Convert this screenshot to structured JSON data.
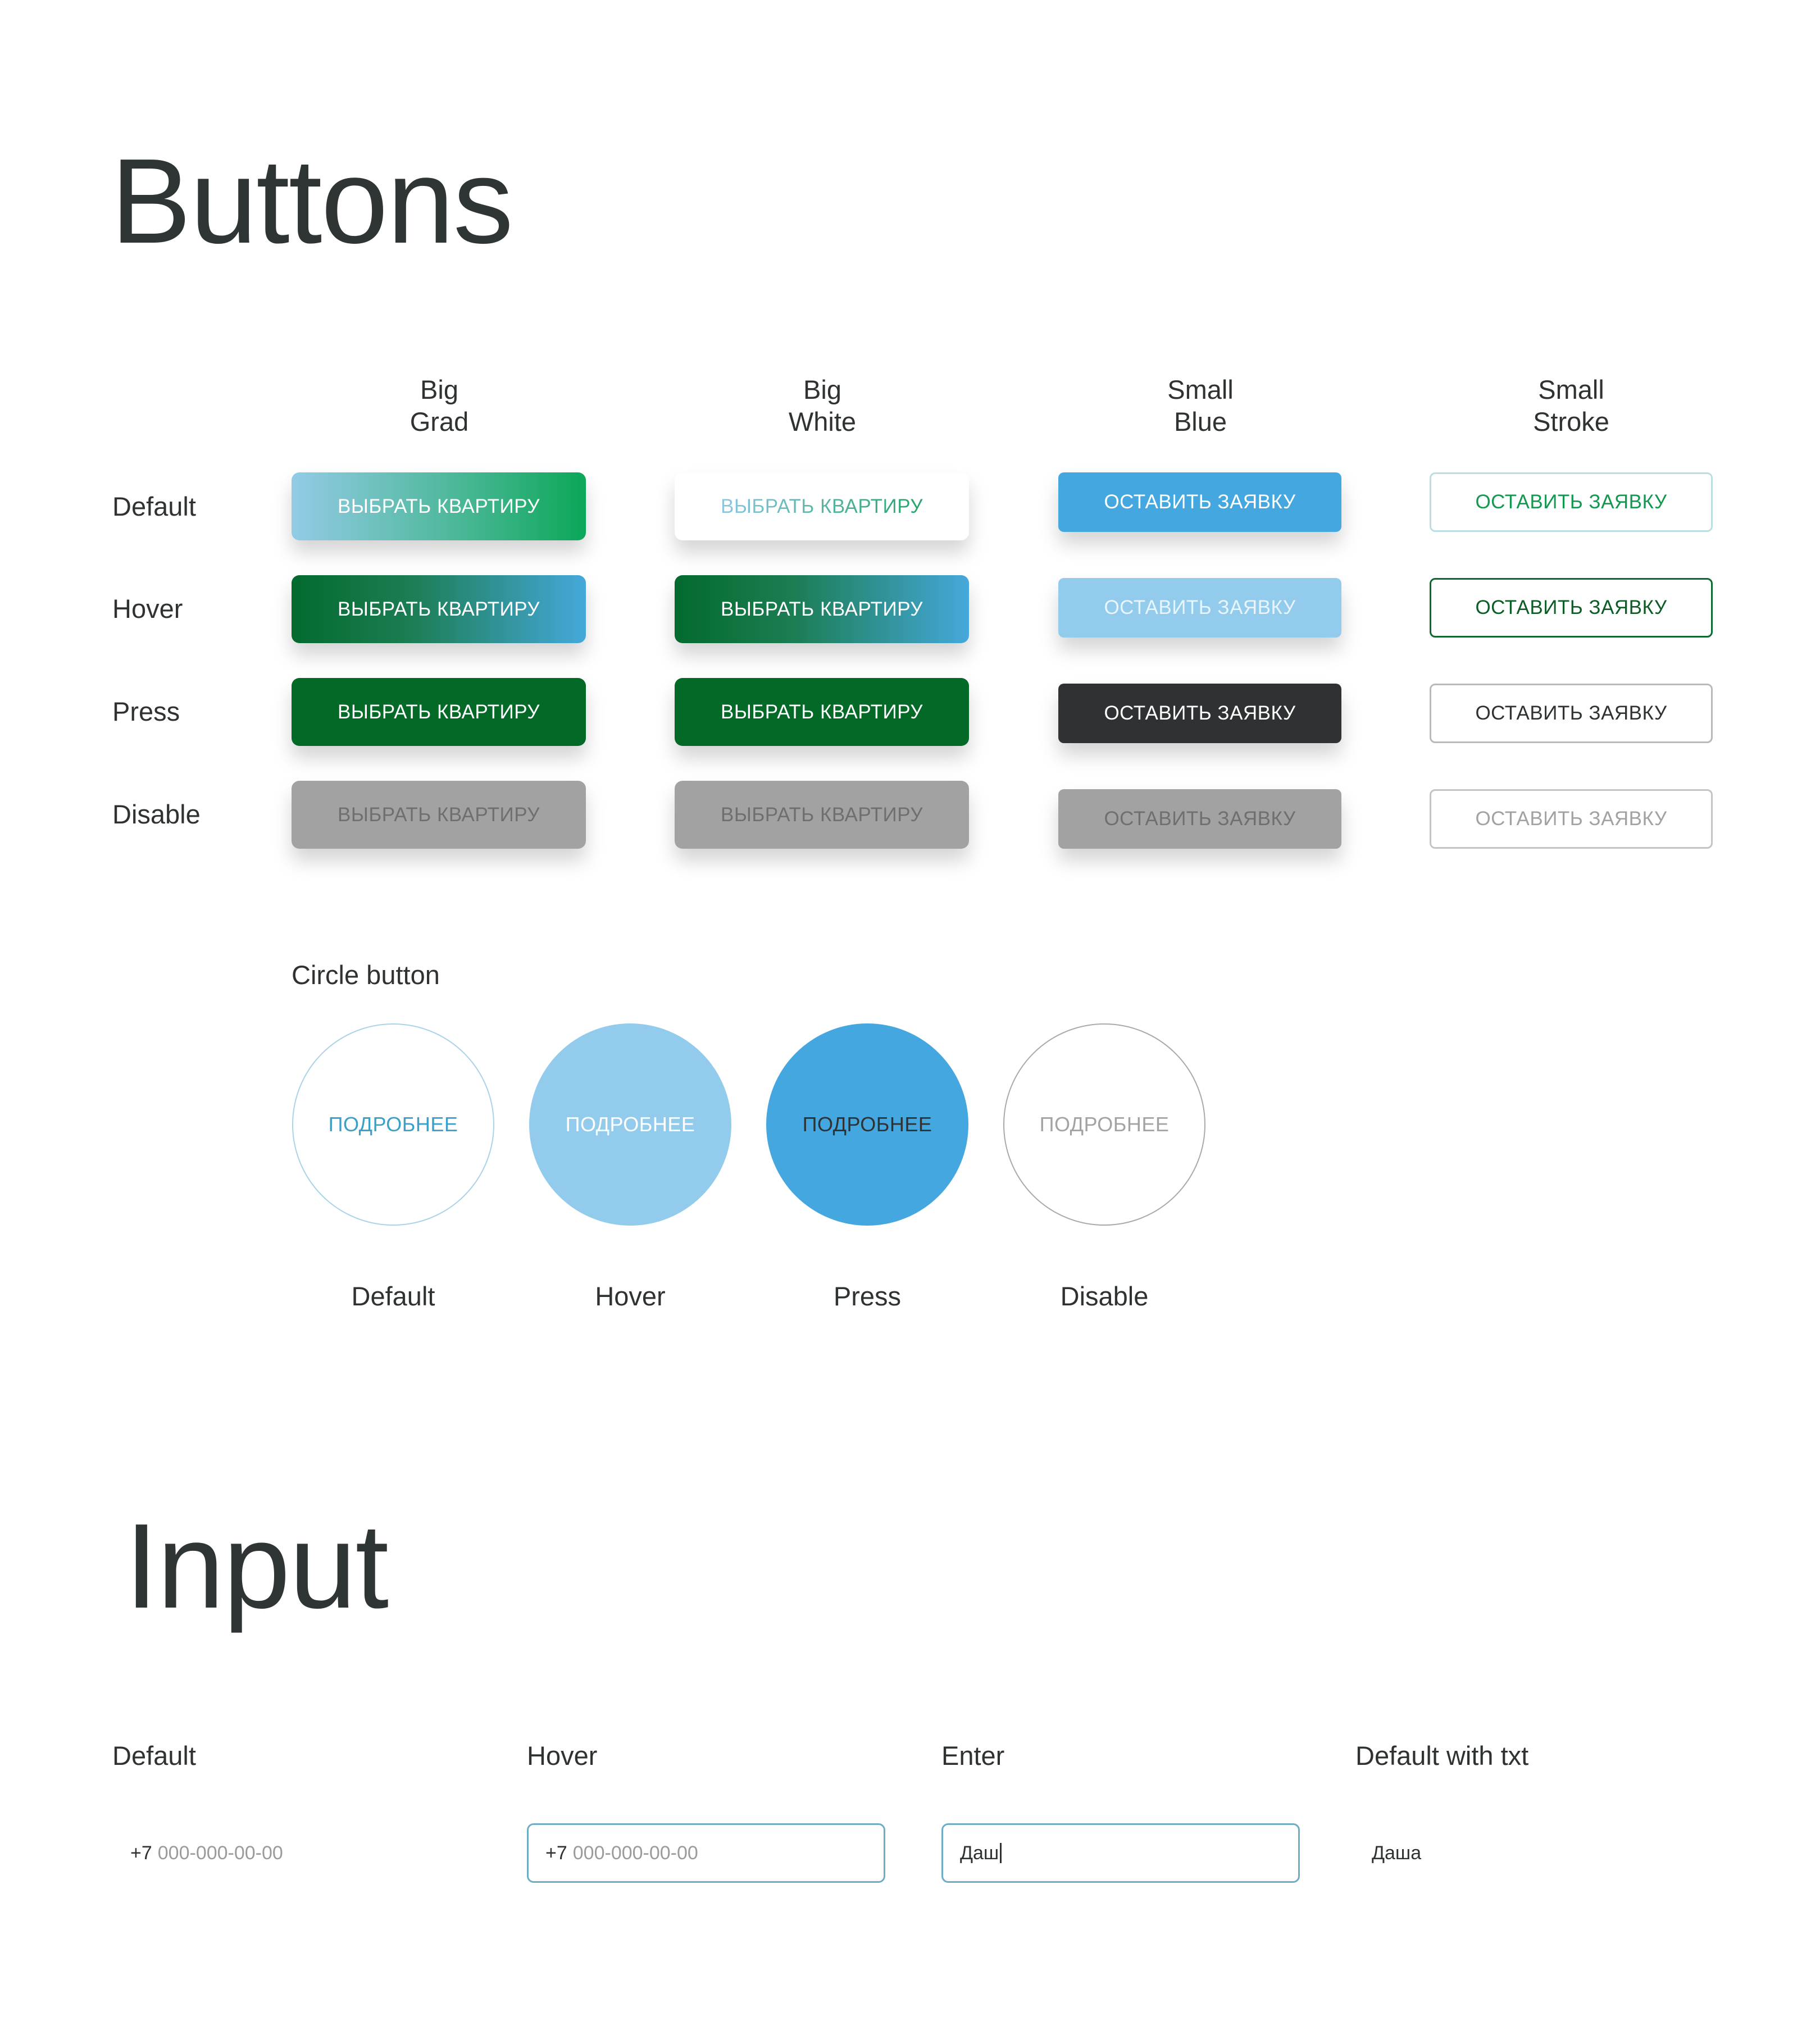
{
  "buttons": {
    "title": "Buttons",
    "columns": [
      {
        "line1": "Big",
        "line2": "Grad"
      },
      {
        "line1": "Big",
        "line2": "White"
      },
      {
        "line1": "Small",
        "line2": "Blue"
      },
      {
        "line1": "Small",
        "line2": "Stroke"
      }
    ],
    "rows": [
      "Default",
      "Hover",
      "Press",
      "Disable"
    ],
    "big_label": "ВЫБРАТЬ КВАРТИРУ",
    "small_label": "ОСТАВИТЬ ЗАЯВКУ"
  },
  "circle": {
    "title": "Circle button",
    "label": "ПОДРОБНЕЕ",
    "states": [
      "Default",
      "Hover",
      "Press",
      "Disable"
    ]
  },
  "input": {
    "title": "Input",
    "states": [
      "Default",
      "Hover",
      "Enter",
      "Default with txt"
    ],
    "prefix": "+7",
    "placeholder": "000-000-00-00",
    "enter_value": "Даш",
    "filled_value": "Даша"
  },
  "colors": {
    "green_dark": "#036926",
    "green_bright": "#0ba757",
    "blue": "#45a7df",
    "blue_light": "#93cbec",
    "dark": "#2e3233",
    "gray_disabled": "#a2a2a2"
  }
}
